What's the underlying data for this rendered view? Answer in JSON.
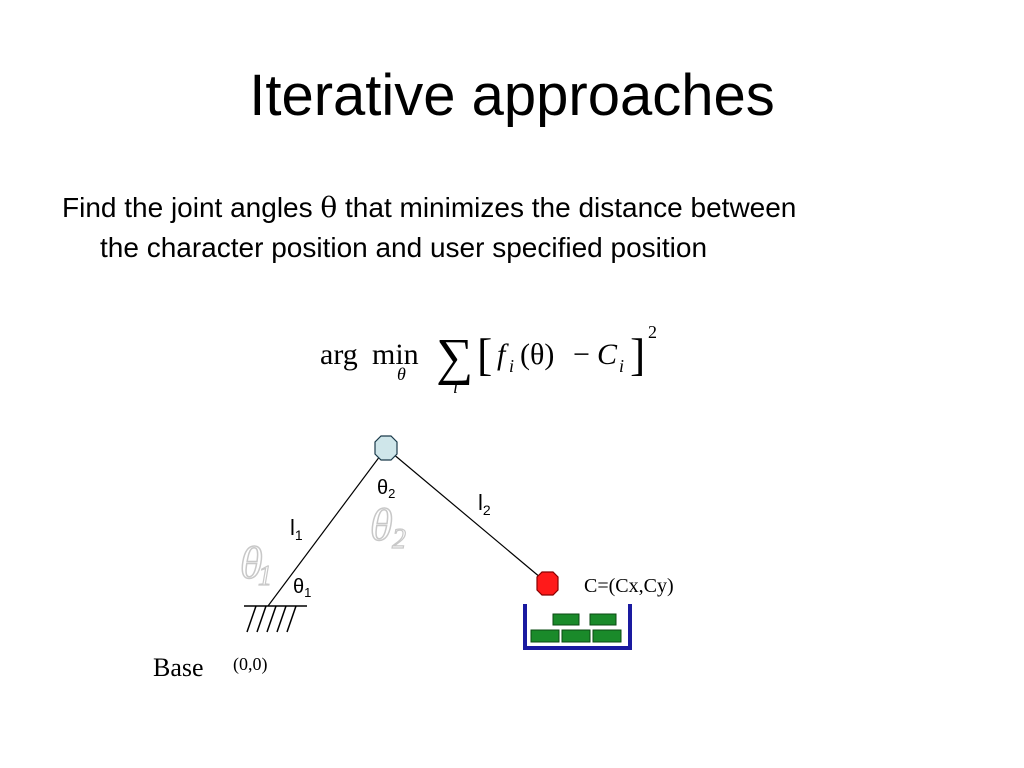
{
  "slide": {
    "title": "Iterative approaches",
    "bullet_pre": "Find the joint angles ",
    "bullet_theta": "θ",
    "bullet_post": " that minimizes the distance between",
    "bullet_line2": "the character position and user specified position"
  },
  "formula": {
    "arg": "arg",
    "min": "min",
    "min_sub": "θ",
    "sum": "∑",
    "sum_sub": "i",
    "lbracket": "[",
    "f": "f",
    "f_sub": "i",
    "theta_arg": "(θ)",
    "minus": "−",
    "c": "C",
    "c_sub": "i",
    "rbracket": "]",
    "exp": "2"
  },
  "diagram": {
    "theta2_label": "θ",
    "theta2_sub": "2",
    "theta2_big": "θ",
    "theta2_big_sub": "2",
    "l2_label": "l",
    "l2_sub": "2",
    "l1_label": "l",
    "l1_sub": "1",
    "theta1_big": "θ",
    "theta1_big_sub": "1",
    "theta1_label": "θ",
    "theta1_sub": "1",
    "target_label": "C=(Cx,Cy)",
    "base_label": "Base",
    "origin_label": "(0,0)",
    "colors": {
      "joint": "#cfe6ea",
      "target": "#ff1a1a",
      "box": "#1a1aa0",
      "bricks": "#1a8a2a",
      "ghost": "#c8c8c8"
    }
  }
}
